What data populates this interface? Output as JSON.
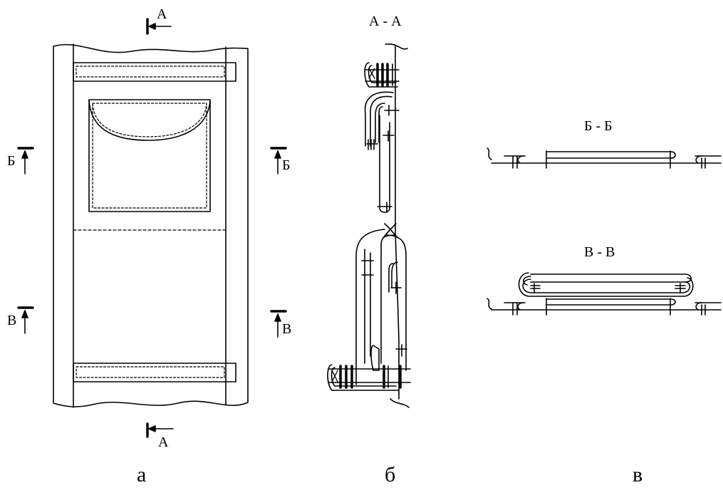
{
  "figure": {
    "panel_a": {
      "caption": "а",
      "cut_top": "А",
      "cut_bottom": "А",
      "cut_b_left": "Б",
      "cut_b_right": "Б",
      "cut_v_left": "В",
      "cut_v_right": "В"
    },
    "panel_b": {
      "caption": "б",
      "title": "А - А"
    },
    "panel_v": {
      "caption": "в",
      "section_b_title": "Б - Б",
      "section_v_title": "В - В"
    }
  },
  "colors": {
    "ink": "#000000",
    "paper": "#ffffff"
  }
}
